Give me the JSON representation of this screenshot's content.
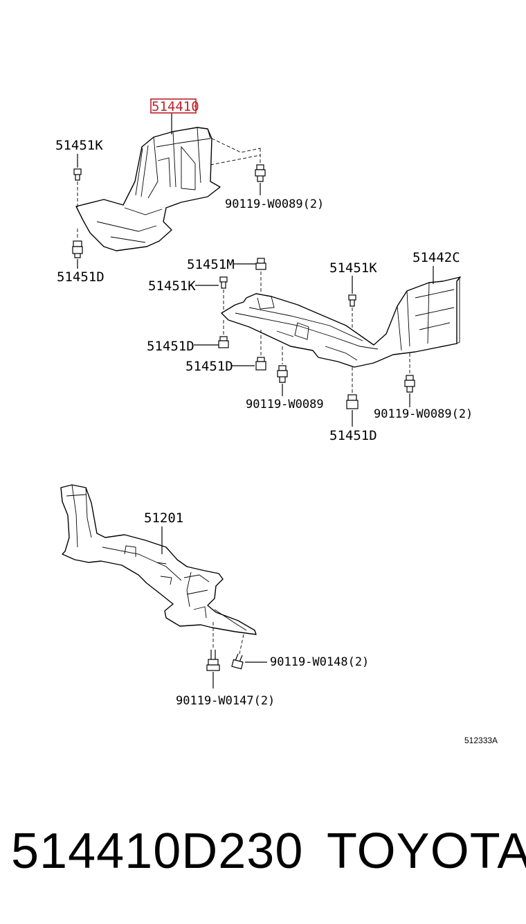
{
  "diagram": {
    "labels": {
      "p514410": "514410",
      "p51451K_a": "51451K",
      "p51451D_a": "51451D",
      "p90119_W0089_2_a": "90119-W0089(2)",
      "p51451M": "51451M",
      "p51451K_b": "51451K",
      "p51451K_c": "51451K",
      "p51442C": "51442C",
      "p51451D_b": "51451D",
      "p51451D_c": "51451D",
      "p90119_W0089": "90119-W0089",
      "p90119_W0089_2_b": "90119-W0089(2)",
      "p51451D_d": "51451D",
      "p51201": "51201",
      "p90119_W0148_2": "90119-W0148(2)",
      "p90119_W0147_2": "90119-W0147(2)"
    },
    "ref_code": "512333A",
    "highlight_color": "#c0202a"
  },
  "footer": {
    "part_number": "514410D230",
    "brand": "TOYOTA"
  }
}
